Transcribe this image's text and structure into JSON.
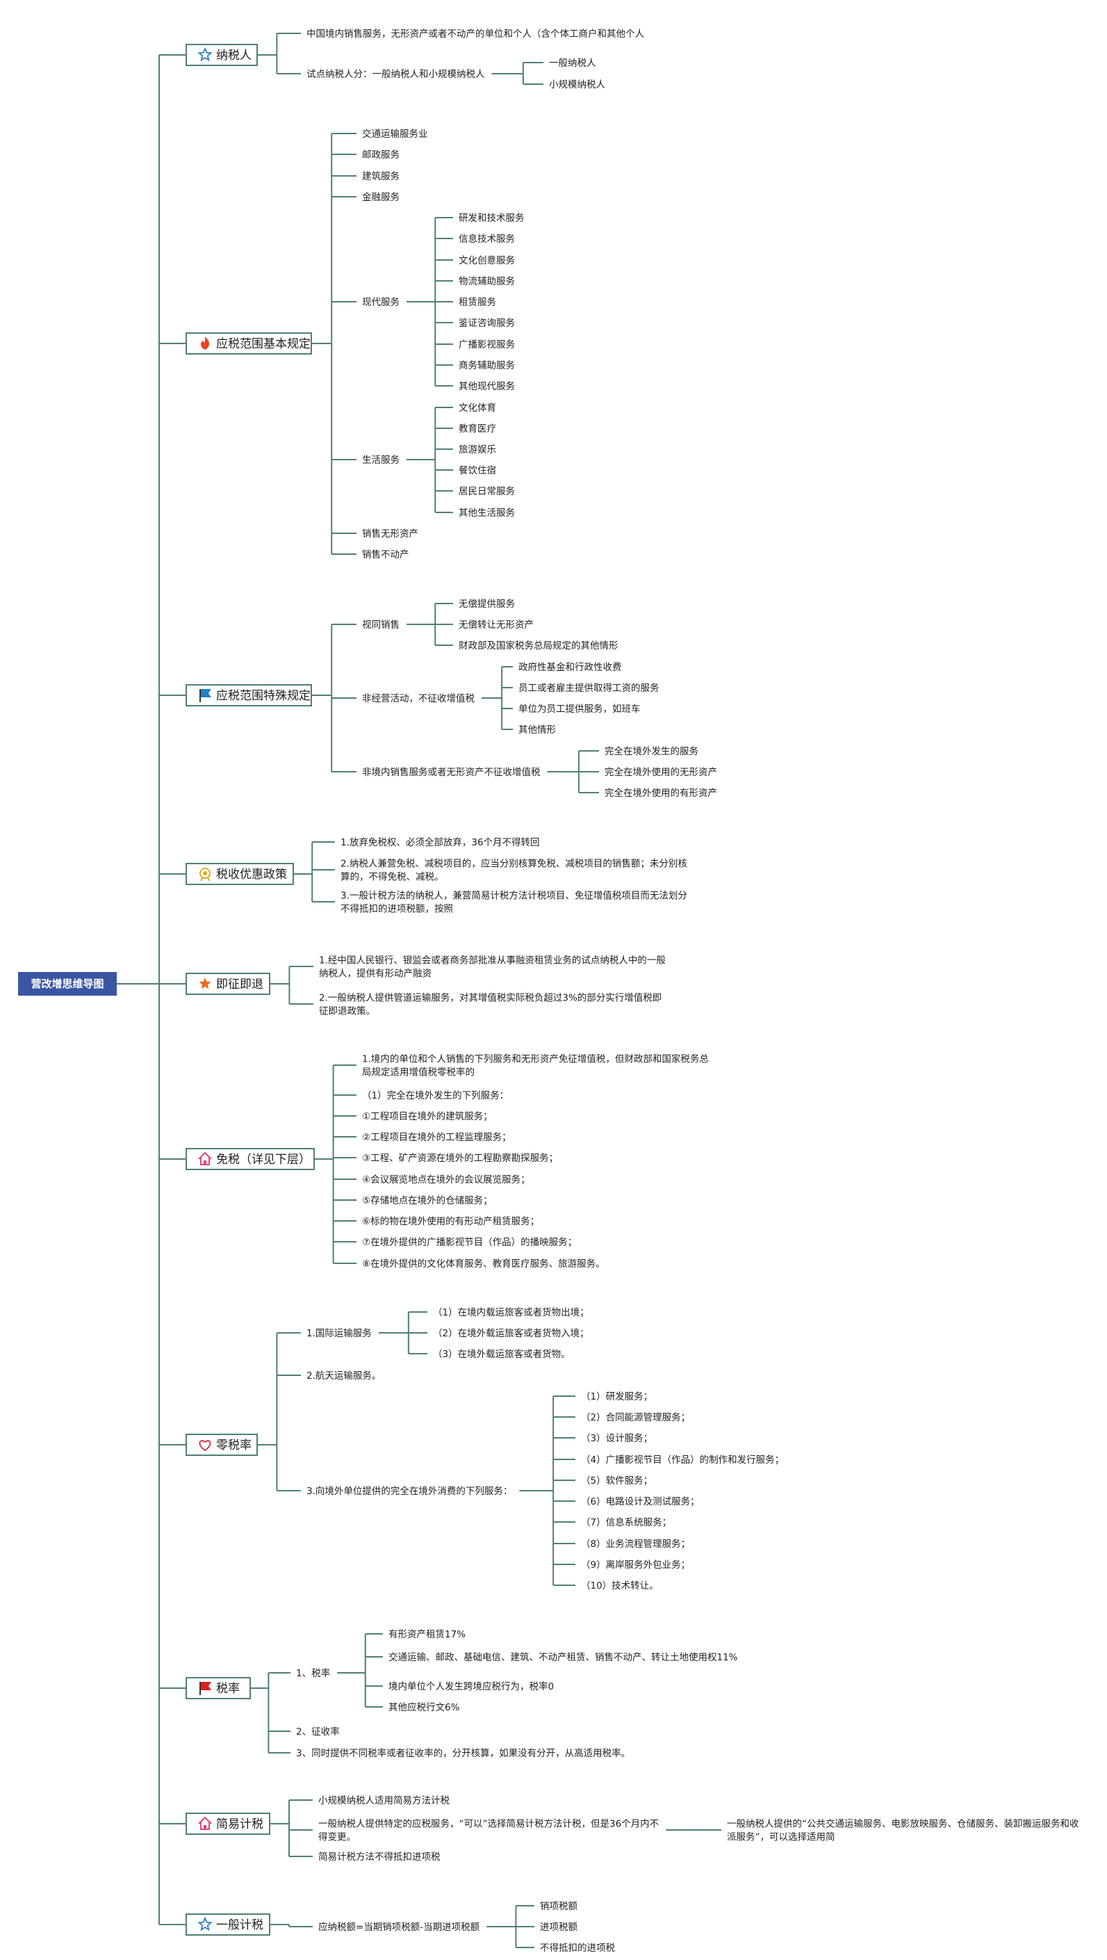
{
  "root": "营改增思维导图",
  "colors": {
    "line": "#4f7f76",
    "root_fill": "#3a55a3",
    "star": "#2f7fc1",
    "flame": "#e8431f",
    "flag_blue": "#1f82c8",
    "medal": "#e5a81f",
    "star_orange": "#ef6a1c",
    "house": "#e0457b",
    "heart": "#d4283b",
    "flag_red": "#e21d1d"
  },
  "branches": [
    {
      "label": "纳税人",
      "icon": "star-outline-icon",
      "children": [
        {
          "text": "中国境内销售服务，无形资产或者不动产的单位和个人（含个体工商户和其他个人"
        },
        {
          "text": "试点纳税人分：一般纳税人和小规模纳税人",
          "children": [
            {
              "text": "一般纳税人"
            },
            {
              "text": "小规模纳税人"
            }
          ]
        }
      ]
    },
    {
      "label": "应税范围基本规定",
      "icon": "flame-icon",
      "children": [
        {
          "text": "交通运输服务业"
        },
        {
          "text": "邮政服务"
        },
        {
          "text": "建筑服务"
        },
        {
          "text": "金融服务"
        },
        {
          "text": "现代服务",
          "children": [
            {
              "text": "研发和技术服务"
            },
            {
              "text": "信息技术服务"
            },
            {
              "text": "文化创意服务"
            },
            {
              "text": "物流辅助服务"
            },
            {
              "text": "租赁服务"
            },
            {
              "text": "鉴证咨询服务"
            },
            {
              "text": "广播影视服务"
            },
            {
              "text": "商务辅助服务"
            },
            {
              "text": "其他现代服务"
            }
          ]
        },
        {
          "text": "生活服务",
          "children": [
            {
              "text": "文化体育"
            },
            {
              "text": "教育医疗"
            },
            {
              "text": "旅游娱乐"
            },
            {
              "text": "餐饮住宿"
            },
            {
              "text": "居民日常服务"
            },
            {
              "text": "其他生活服务"
            }
          ]
        },
        {
          "text": "销售无形资产"
        },
        {
          "text": "销售不动产"
        }
      ]
    },
    {
      "label": "应税范围特殊规定",
      "icon": "flag-blue-icon",
      "children": [
        {
          "text": "视同销售",
          "children": [
            {
              "text": "无偿提供服务"
            },
            {
              "text": "无偿转让无形资产"
            },
            {
              "text": "财政部及国家税务总局规定的其他情形"
            }
          ]
        },
        {
          "text": "非经营活动，不征收增值税",
          "children": [
            {
              "text": "政府性基金和行政性收费"
            },
            {
              "text": "员工或者雇主提供取得工资的服务"
            },
            {
              "text": "单位为员工提供服务，如班车"
            },
            {
              "text": "其他情形"
            }
          ]
        },
        {
          "text": "非境内销售服务或者无形资产不征收增值税",
          "children": [
            {
              "text": "完全在境外发生的服务"
            },
            {
              "text": "完全在境外使用的无形资产"
            },
            {
              "text": "完全在境外使用的有形资产"
            }
          ]
        }
      ]
    },
    {
      "label": "税收优惠政策",
      "icon": "medal-icon",
      "children": [
        {
          "text": "1.放弃免税权、必须全部放弃，36个月不得转回"
        },
        {
          "text": "2.纳税人兼营免税、减税项目的，应当分别核算免税、减税项目的销售额；未分别核算的，不得免税、减税。"
        },
        {
          "text": "3.一般计税方法的纳税人，兼营简易计税方法计税项目、免征增值税项目而无法划分不得抵扣的进项税额，按照"
        }
      ]
    },
    {
      "label": "即征即退",
      "icon": "star-filled-icon",
      "children": [
        {
          "text": "1.经中国人民银行、银监会或者商务部批准从事融资租赁业务的试点纳税人中的一般纳税人，提供有形动产融资"
        },
        {
          "text": "2.一般纳税人提供管道运输服务，对其增值税实际税负超过3%的部分实行增值税即征即退政策。"
        }
      ]
    },
    {
      "label": "免税（详见下层）",
      "icon": "house-icon",
      "children": [
        {
          "text": "1.境内的单位和个人销售的下列服务和无形资产免征增值税，但财政部和国家税务总局规定适用增值税零税率的"
        },
        {
          "text": "（1）完全在境外发生的下列服务："
        },
        {
          "text": "①工程项目在境外的建筑服务；"
        },
        {
          "text": "②工程项目在境外的工程监理服务；"
        },
        {
          "text": "③工程、矿产资源在境外的工程勘察勘探服务；"
        },
        {
          "text": "④会议展览地点在境外的会议展览服务；"
        },
        {
          "text": "⑤存储地点在境外的仓储服务；"
        },
        {
          "text": "⑥标的物在境外使用的有形动产租赁服务；"
        },
        {
          "text": "⑦在境外提供的广播影视节目（作品）的播映服务；"
        },
        {
          "text": "⑧在境外提供的文化体育服务、教育医疗服务、旅游服务。"
        }
      ]
    },
    {
      "label": "零税率",
      "icon": "heart-icon",
      "children": [
        {
          "text": "1.国际运输服务",
          "children": [
            {
              "text": "（1）在境内载运旅客或者货物出境；"
            },
            {
              "text": "（2）在境外载运旅客或者货物入境；"
            },
            {
              "text": "（3）在境外载运旅客或者货物。"
            }
          ]
        },
        {
          "text": "2.航天运输服务。"
        },
        {
          "text": "3.向境外单位提供的完全在境外消费的下列服务：",
          "children": [
            {
              "text": "（1）研发服务；"
            },
            {
              "text": "（2）合同能源管理服务；"
            },
            {
              "text": "（3）设计服务；"
            },
            {
              "text": "（4）广播影视节目（作品）的制作和发行服务；"
            },
            {
              "text": "（5）软件服务；"
            },
            {
              "text": "（6）电路设计及测试服务；"
            },
            {
              "text": "（7）信息系统服务；"
            },
            {
              "text": "（8）业务流程管理服务；"
            },
            {
              "text": "（9）离岸服务外包业务；"
            },
            {
              "text": "（10）技术转让。"
            }
          ]
        }
      ]
    },
    {
      "label": "税率",
      "icon": "flag-red-icon",
      "children": [
        {
          "text": "1、税率",
          "children": [
            {
              "text": "有形资产租赁17%"
            },
            {
              "text": "交通运输、邮政、基础电信、建筑、不动产租赁、销售不动产、转让土地使用权11%"
            },
            {
              "text": "境内单位个人发生跨境应税行为，税率0"
            },
            {
              "text": "其他应税行文6%"
            }
          ]
        },
        {
          "text": "2、征收率"
        },
        {
          "text": "3、同时提供不同税率或者征收率的，分开核算，如果没有分开，从高适用税率。"
        }
      ]
    },
    {
      "label": "简易计税",
      "icon": "house-icon",
      "children": [
        {
          "text": "小规模纳税人适用简易方法计税"
        },
        {
          "text": "一般纳税人提供特定的应税服务，“可以”选择简易计税方法计税，但是36个月内不得变更。",
          "children": [
            {
              "text": "一般纳税人提供的“公共交通运输服务、电影放映服务、仓储服务、装卸搬运服务和收派服务”，可以选择适用简"
            }
          ]
        },
        {
          "text": "简易计税方法不得抵扣进项税"
        }
      ]
    },
    {
      "label": "一般计税",
      "icon": "star-outline-icon",
      "children": [
        {
          "text": "应纳税额=当期销项税额-当期进项税额",
          "children": [
            {
              "text": "销项税额"
            },
            {
              "text": "进项税额"
            },
            {
              "text": "不得抵扣的进项税"
            }
          ]
        }
      ]
    }
  ]
}
